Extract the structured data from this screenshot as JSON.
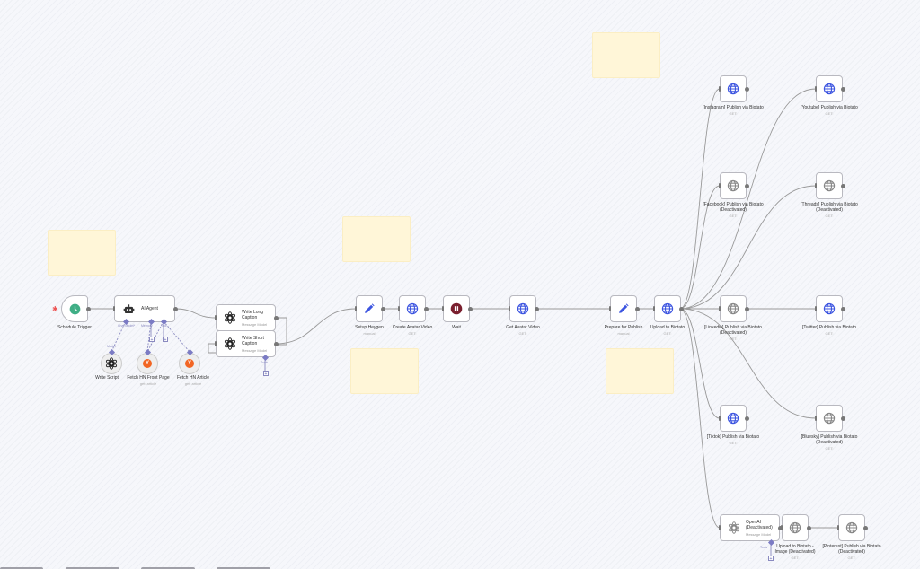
{
  "colors": {
    "accent": "#3d55e0",
    "wait": "#7a1f2e",
    "trigger": "#3fae85",
    "openai": "#222222",
    "yc": "#f26522",
    "deactivated": "#999999",
    "sticky": "#fff6d8"
  },
  "nodes": {
    "schedule": {
      "label": "Schedule Trigger",
      "icon": "clock-icon"
    },
    "agent": {
      "label": "AI Agent",
      "icon": "robot-icon",
      "ports": {
        "chat": "Chat Model*",
        "memory": "Memory",
        "tool": "Tool"
      }
    },
    "long": {
      "label": "Write Long Caption",
      "sub": "Message Model",
      "icon": "openai-icon"
    },
    "short": {
      "label": "Write Short Caption",
      "sub": "Message Model",
      "icon": "openai-icon",
      "port": "Tools"
    },
    "script": {
      "label": "Write Script",
      "port": "Model",
      "icon": "openai-icon"
    },
    "hnfront": {
      "label": "Fetch HN Front Page",
      "sub": "get: article",
      "icon": "ycombinator-icon"
    },
    "hnarticle": {
      "label": "Fetch HN Article",
      "sub": "get: article",
      "icon": "ycombinator-icon"
    },
    "heygen": {
      "label": "Setup Heygen",
      "sub": "manual",
      "icon": "pencil-icon"
    },
    "create": {
      "label": "Create Avatar Video",
      "sub": "GET:",
      "icon": "globe-icon"
    },
    "wait": {
      "label": "Wait",
      "icon": "pause-icon"
    },
    "get": {
      "label": "Get Avatar Video",
      "sub": "GET:",
      "icon": "globe-icon"
    },
    "prepare": {
      "label": "Prepare for Publish",
      "sub": "manual",
      "icon": "pencil-icon"
    },
    "upload": {
      "label": "Upload to Biotato",
      "sub": "GET:",
      "icon": "globe-icon"
    },
    "instagram": {
      "label": "[Instagram] Publish via Biotato",
      "sub": "GET:",
      "icon": "globe-icon"
    },
    "youtube": {
      "label": "[Youtube] Publish via Biotato",
      "sub": "GET:",
      "icon": "globe-icon"
    },
    "facebook": {
      "label": "[Facebook] Publish via Biotato (Deactivated)",
      "sub": "GET:",
      "icon": "globe-icon",
      "deactivated": true
    },
    "threads": {
      "label": "[Threads] Publish via Biotato (Deactivated)",
      "sub": "GET:",
      "icon": "globe-icon",
      "deactivated": true
    },
    "linkedin": {
      "label": "[Linkedin] Publish via Biotato (Deactivated)",
      "sub": "GET:",
      "icon": "globe-icon",
      "deactivated": true
    },
    "twitter": {
      "label": "[Twitter] Publish via Biotato",
      "sub": "GET:",
      "icon": "globe-icon"
    },
    "tiktok": {
      "label": "[Tiktok] Publish via Biotato",
      "sub": "GET:",
      "icon": "globe-icon"
    },
    "bluesky": {
      "label": "[Bluesky] Publish via Biotato (Deactivated)",
      "sub": "GET:",
      "icon": "globe-icon",
      "deactivated": true
    },
    "openai": {
      "label": "OpenAI (Deactivated)",
      "sub": "Message Model",
      "icon": "openai-icon",
      "deactivated": true,
      "port": "Tools"
    },
    "uploadimg": {
      "label": "Upload to Biotato - Image (Deactivated)",
      "sub": "GET:",
      "icon": "globe-icon",
      "deactivated": true
    },
    "pinterest": {
      "label": "[Pinterest] Publish via Biotato (Deactivated)",
      "sub": "GET:",
      "icon": "globe-icon",
      "deactivated": true
    }
  }
}
